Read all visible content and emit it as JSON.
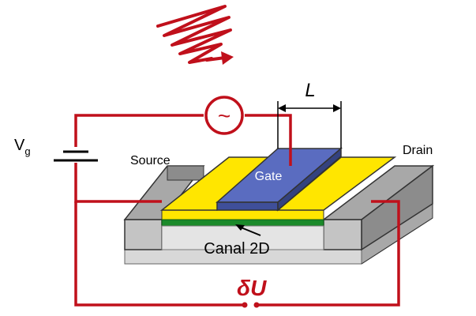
{
  "labels": {
    "vg_main": "V",
    "vg_sub": "g",
    "source": "Source",
    "drain": "Drain",
    "gate": "Gate",
    "length": "L",
    "channel": "Canal 2D",
    "delta_symbol": "δ",
    "delta_var": "U",
    "ac_source": "~"
  },
  "colors": {
    "wire": "#c0101b",
    "gold_contact": "#ffe600",
    "gate": "#4d5fb0",
    "gate_top": "#5a6cc0",
    "channel_green": "#1b8a2a",
    "substrate": "#d8d8d8",
    "block_top": "#a8a8a8",
    "block_front": "#c4c4c4",
    "block_dark": "#7c7c7c"
  }
}
